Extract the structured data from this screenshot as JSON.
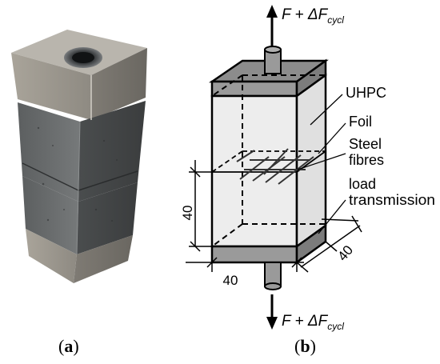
{
  "figure": {
    "panel_a": {
      "caption": "a"
    },
    "panel_b": {
      "caption": "b",
      "force_top": {
        "base": "F + ΔF",
        "sub": "cycl"
      },
      "force_bottom": {
        "base": "F + ΔF",
        "sub": "cycl"
      },
      "labels": {
        "uhpc": "UHPC",
        "foil": "Foil",
        "steel_fibres_1": "Steel",
        "steel_fibres_2": "fibres",
        "load_transmission_1": "load",
        "load_transmission_2": "transmission"
      },
      "dimensions": {
        "height": "40",
        "width": "40",
        "depth": "40"
      }
    }
  }
}
